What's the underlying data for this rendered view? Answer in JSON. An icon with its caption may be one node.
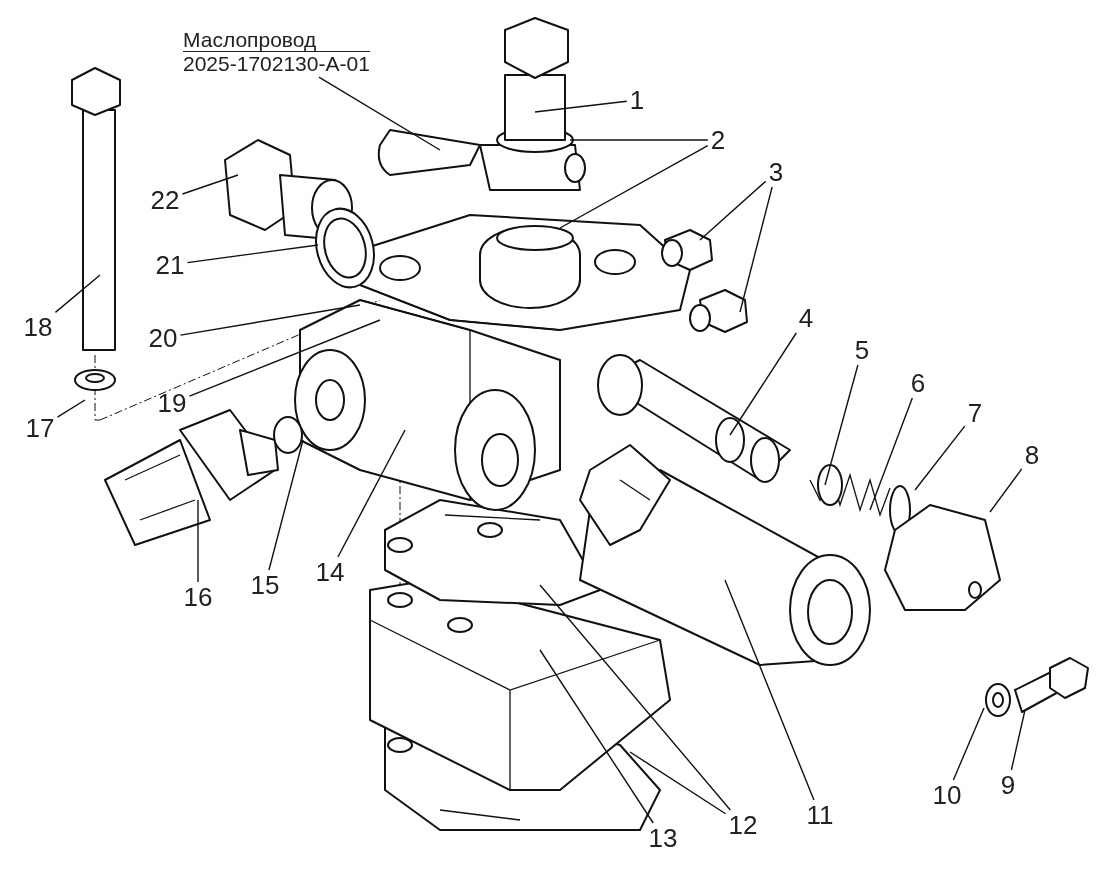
{
  "diagram": {
    "nodes": [
      {
        "text": [
          "Маслопровод",
          "2025-1702130-А-01"
        ]
      },
      {
        "text": [
          "1"
        ]
      },
      {
        "text": [
          "2"
        ]
      },
      {
        "text": [
          "3"
        ]
      },
      {
        "text": [
          "4"
        ]
      },
      {
        "text": [
          "5"
        ]
      },
      {
        "text": [
          "6"
        ]
      },
      {
        "text": [
          "7"
        ]
      },
      {
        "text": [
          "8"
        ]
      },
      {
        "text": [
          "9"
        ]
      },
      {
        "text": [
          "10"
        ]
      },
      {
        "text": [
          "11"
        ]
      },
      {
        "text": [
          "12"
        ]
      },
      {
        "text": [
          "13"
        ]
      },
      {
        "text": [
          "14"
        ]
      },
      {
        "text": [
          "15"
        ]
      },
      {
        "text": [
          "16"
        ]
      },
      {
        "text": [
          "17"
        ]
      },
      {
        "text": [
          "18"
        ]
      },
      {
        "text": [
          "19"
        ]
      },
      {
        "text": [
          "20"
        ]
      },
      {
        "text": [
          "21"
        ]
      },
      {
        "text": [
          "22"
        ]
      }
    ],
    "edges": [
      {
        "from": 0,
        "to": null,
        "arrow": "none"
      },
      {
        "from": 1,
        "to": null,
        "arrow": "none"
      },
      {
        "from": 2,
        "to": null,
        "arrow": "none"
      },
      {
        "from": 2,
        "to": null,
        "arrow": "none"
      },
      {
        "from": 3,
        "to": null,
        "arrow": "none"
      },
      {
        "from": 3,
        "to": null,
        "arrow": "none"
      },
      {
        "from": 4,
        "to": null,
        "arrow": "none"
      },
      {
        "from": 5,
        "to": null,
        "arrow": "none"
      },
      {
        "from": 6,
        "to": null,
        "arrow": "none"
      },
      {
        "from": 7,
        "to": null,
        "arrow": "none"
      },
      {
        "from": 8,
        "to": null,
        "arrow": "none"
      },
      {
        "from": 9,
        "to": null,
        "arrow": "none"
      },
      {
        "from": 10,
        "to": null,
        "arrow": "none"
      },
      {
        "from": 11,
        "to": null,
        "arrow": "none"
      },
      {
        "from": 12,
        "to": null,
        "arrow": "none"
      },
      {
        "from": 12,
        "to": null,
        "arrow": "none"
      },
      {
        "from": 13,
        "to": null,
        "arrow": "none"
      },
      {
        "from": 14,
        "to": null,
        "arrow": "none"
      },
      {
        "from": 15,
        "to": null,
        "arrow": "none"
      },
      {
        "from": 16,
        "to": null,
        "arrow": "none"
      },
      {
        "from": 17,
        "to": null,
        "arrow": "none"
      },
      {
        "from": 18,
        "to": null,
        "arrow": "none"
      },
      {
        "from": 19,
        "to": null,
        "arrow": "none"
      },
      {
        "from": 20,
        "to": null,
        "arrow": "none"
      },
      {
        "from": 21,
        "to": null,
        "arrow": "none"
      },
      {
        "from": 22,
        "to": null,
        "arrow": "none"
      }
    ]
  }
}
